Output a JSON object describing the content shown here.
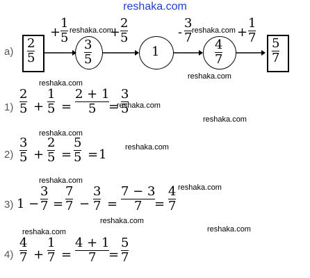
{
  "watermark": "reshaka.com",
  "chain": {
    "label": "a)",
    "start": {
      "num": "2",
      "den": "5"
    },
    "steps": [
      {
        "sign": "+",
        "num": "1",
        "den": "5"
      },
      {
        "sign": "+",
        "num": "2",
        "den": "5"
      },
      {
        "sign": "-",
        "num": "3",
        "den": "7"
      },
      {
        "sign": "+",
        "num": "1",
        "den": "7"
      }
    ],
    "nodes": [
      {
        "num": "3",
        "den": "5"
      },
      {
        "value": "1"
      },
      {
        "num": "4",
        "den": "7"
      }
    ],
    "end": {
      "num": "5",
      "den": "7"
    }
  },
  "solutions": [
    {
      "label": "1)",
      "a": {
        "num": "2",
        "den": "5"
      },
      "op": "+",
      "b": {
        "num": "1",
        "den": "5"
      },
      "c": {
        "num": "2 + 1",
        "den": "5"
      },
      "r": {
        "num": "3",
        "den": "5"
      }
    },
    {
      "label": "2)",
      "a": {
        "num": "3",
        "den": "5"
      },
      "op": "+",
      "b": {
        "num": "2",
        "den": "5"
      },
      "c": {
        "num": "5",
        "den": "5"
      },
      "r": "1"
    },
    {
      "label": "3)",
      "pre": "1 −",
      "a": {
        "num": "3",
        "den": "7"
      },
      "b": {
        "num": "7",
        "den": "7"
      },
      "op": "−",
      "c": {
        "num": "3",
        "den": "7"
      },
      "d": {
        "num": "7 − 3",
        "den": "7"
      },
      "r": {
        "num": "4",
        "den": "7"
      }
    },
    {
      "label": "4)",
      "a": {
        "num": "4",
        "den": "7"
      },
      "op": "+",
      "b": {
        "num": "1",
        "den": "7"
      },
      "c": {
        "num": "4 + 1",
        "den": "7"
      },
      "r": {
        "num": "5",
        "den": "7"
      }
    }
  ]
}
